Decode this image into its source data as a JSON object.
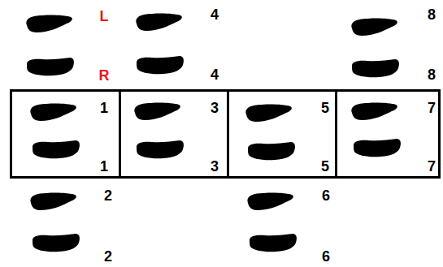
{
  "diagram": {
    "nodes": [
      {
        "text": [
          "1",
          "1"
        ]
      },
      {
        "text": [
          "3",
          "3"
        ]
      },
      {
        "text": [
          "5",
          "5"
        ]
      },
      {
        "text": [
          "7",
          "7"
        ]
      }
    ],
    "labels": [
      "L",
      "4",
      "8",
      "R",
      "4",
      "8",
      "2",
      "6",
      "2",
      "6"
    ]
  }
}
